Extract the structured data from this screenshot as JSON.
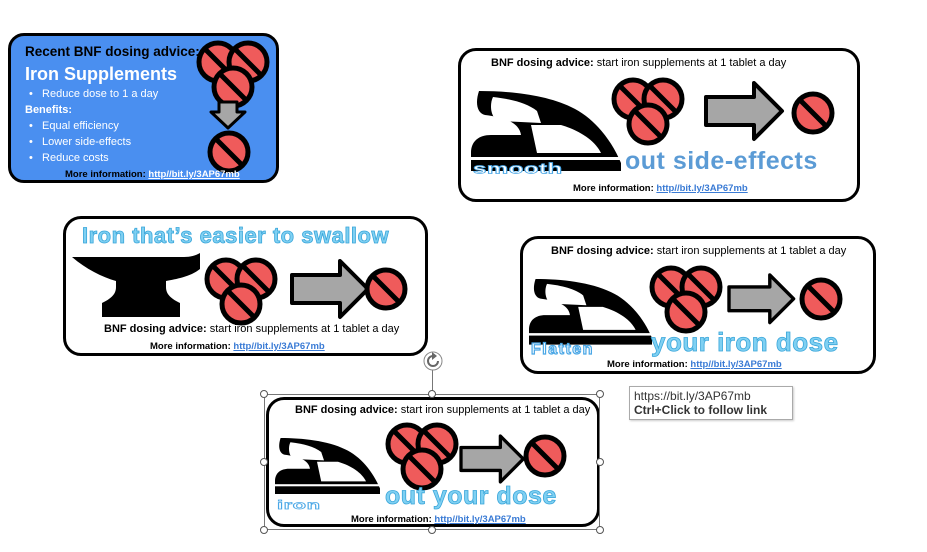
{
  "colors": {
    "pill_red": "#ef5b5b",
    "arrow_grey": "#a6a6a6",
    "blue_card": "#4a8ff0",
    "link_blue": "#3a7bd5"
  },
  "card_top_left": {
    "heading": "Recent BNF dosing advice:",
    "title": "Iron Supplements",
    "bullet1": "Reduce dose to 1 a day",
    "benefits_label": "Benefits:",
    "benefits": [
      "Equal efficiency",
      "Lower side-effects",
      "Reduce costs"
    ],
    "more_label": "More information:",
    "link": "http//bit.ly/3AP67mb"
  },
  "card_top_right": {
    "advice_bold": "BNF dosing advice:",
    "advice_rest": " start iron supplements at 1 tablet a day",
    "word1": "smooth",
    "word2": "out side-effects",
    "more_label": "More information:",
    "link": "http//bit.ly/3AP67mb"
  },
  "card_mid_left": {
    "headline": "Iron that’s easier to swallow",
    "advice_bold": "BNF dosing advice:",
    "advice_rest": " start iron supplements at 1 tablet a day",
    "more_label": "More information:",
    "link": "http//bit.ly/3AP67mb"
  },
  "card_mid_right": {
    "advice_bold": "BNF dosing advice:",
    "advice_rest": " start iron supplements at 1 tablet a day",
    "word1": "Flatten",
    "word2": "your iron dose",
    "more_label": "More information:",
    "link": "http//bit.ly/3AP67mb"
  },
  "card_bottom": {
    "advice_bold": "BNF dosing advice:",
    "advice_rest": " start iron supplements at 1 tablet a day",
    "word1": "iron",
    "word2": "out your dose",
    "more_label": "More information:",
    "link": "http//bit.ly/3AP67mb"
  },
  "tooltip": {
    "url": "https://bit.ly/3AP67mb",
    "hint": "Ctrl+Click to follow link"
  },
  "icons": [
    "iron-icon",
    "anvil-icon",
    "pills-icon",
    "right-arrow-icon",
    "down-arrow-icon",
    "single-pill-icon",
    "rotate-handle-icon"
  ]
}
